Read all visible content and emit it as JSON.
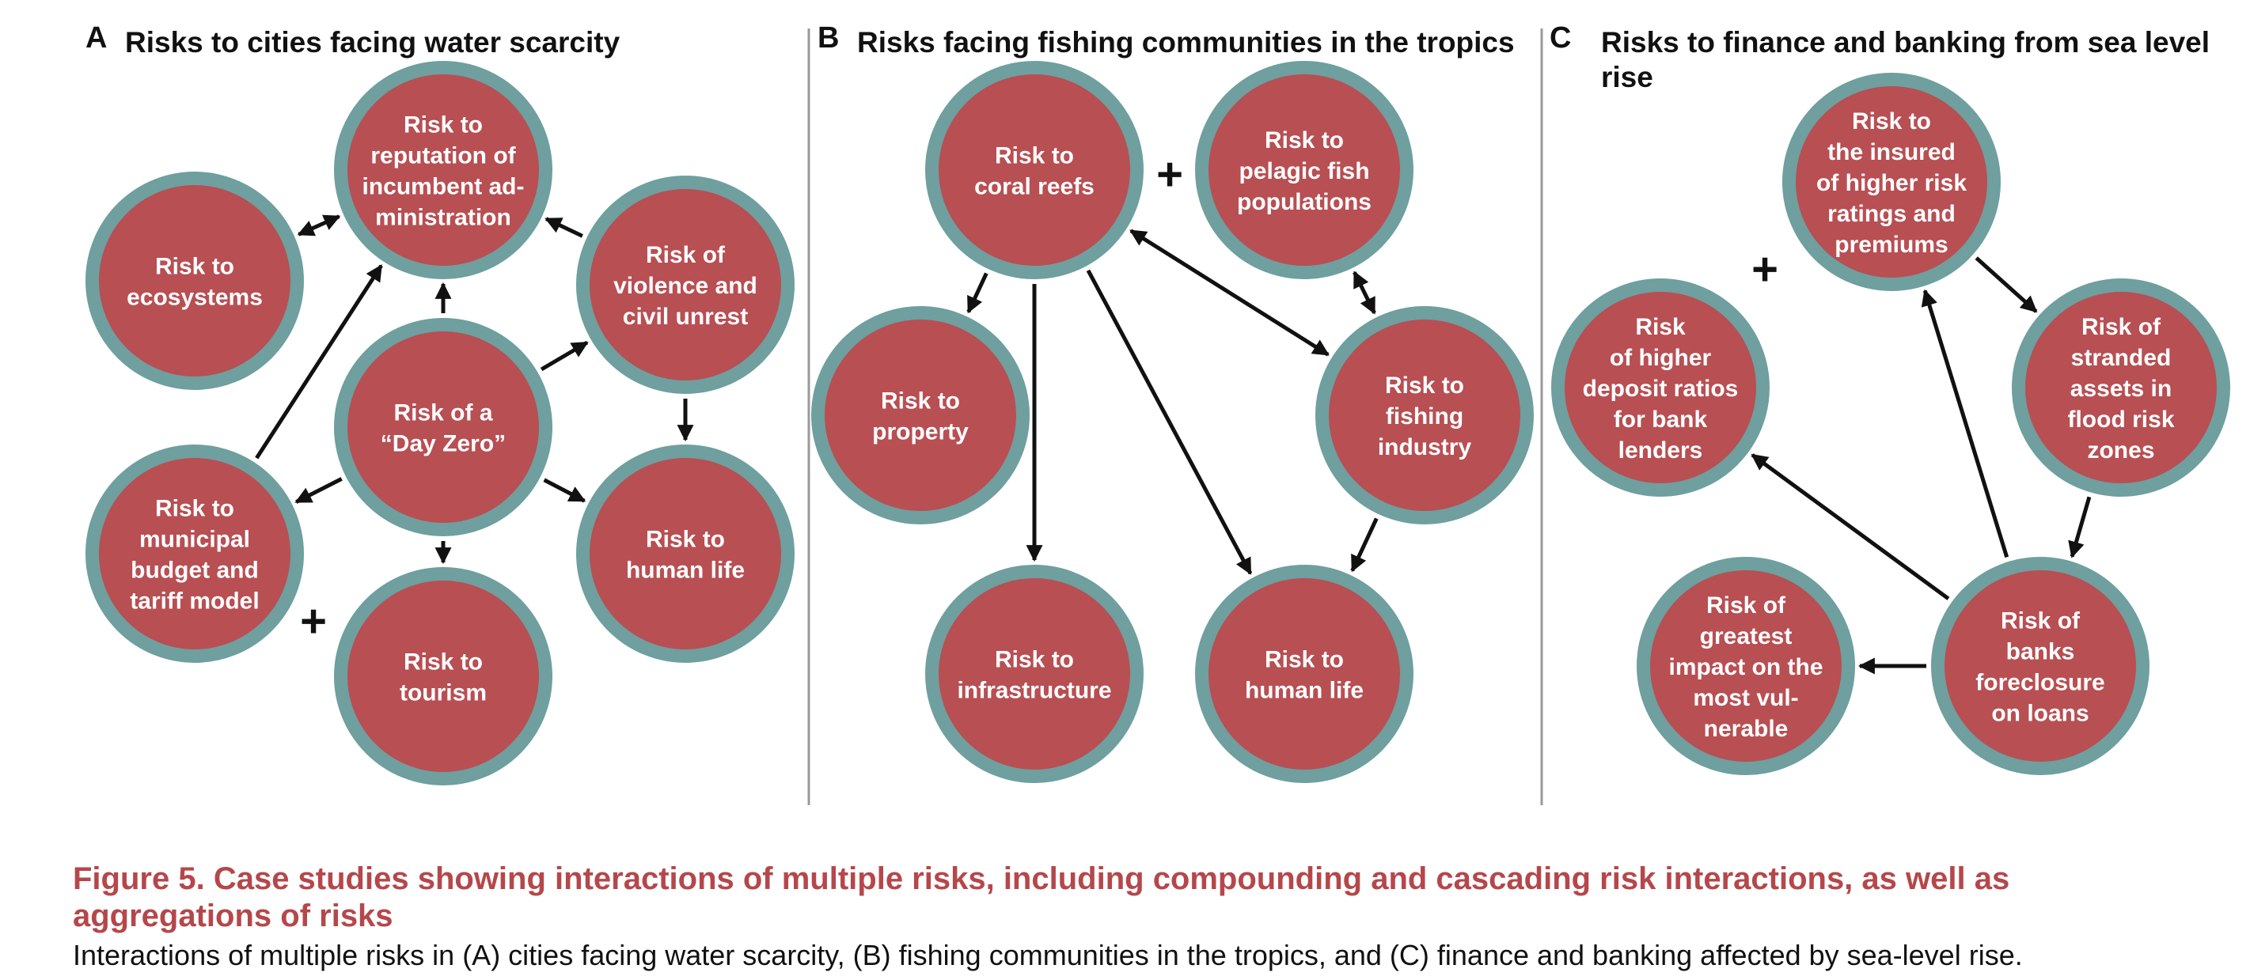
{
  "colors": {
    "node_fill": "#b84f53",
    "node_ring": "#6f9f9f",
    "arrow": "#111111",
    "divider": "#9a9a9a",
    "caption_title": "#b5474b"
  },
  "panels": [
    {
      "id": "A",
      "letter": "A",
      "title_lines": [
        "Risks to cities facing water scarcity"
      ],
      "nodes": [
        {
          "id": "reputation",
          "lines": [
            "Risk to",
            "reputation of",
            "incumbent ad-",
            "ministration"
          ]
        },
        {
          "id": "ecosystems",
          "lines": [
            "Risk to",
            "ecosystems"
          ]
        },
        {
          "id": "violence",
          "lines": [
            "Risk of",
            "violence and",
            "civil unrest"
          ]
        },
        {
          "id": "dayzero",
          "lines": [
            "Risk of a",
            "“Day Zero”"
          ]
        },
        {
          "id": "municipal",
          "lines": [
            "Risk to",
            "municipal",
            "budget and",
            "tariff model"
          ]
        },
        {
          "id": "humanlife",
          "lines": [
            "Risk to",
            "human life"
          ]
        },
        {
          "id": "tourism",
          "lines": [
            "Risk to",
            "tourism"
          ]
        }
      ],
      "edges": [
        {
          "from": "ecosystems",
          "to": "reputation",
          "direction": "both"
        },
        {
          "from": "violence",
          "to": "reputation",
          "direction": "forward"
        },
        {
          "from": "dayzero",
          "to": "reputation",
          "direction": "forward"
        },
        {
          "from": "municipal",
          "to": "reputation",
          "direction": "forward"
        },
        {
          "from": "dayzero",
          "to": "violence",
          "direction": "forward"
        },
        {
          "from": "violence",
          "to": "humanlife",
          "direction": "forward"
        },
        {
          "from": "dayzero",
          "to": "municipal",
          "direction": "forward"
        },
        {
          "from": "dayzero",
          "to": "humanlife",
          "direction": "forward"
        },
        {
          "from": "dayzero",
          "to": "tourism",
          "direction": "forward"
        }
      ],
      "plus_signs": [
        "+"
      ]
    },
    {
      "id": "B",
      "letter": "B",
      "title_lines": [
        "Risks facing fishing communities in the tropics"
      ],
      "nodes": [
        {
          "id": "coral",
          "lines": [
            "Risk to",
            "coral reefs"
          ]
        },
        {
          "id": "pelagic",
          "lines": [
            "Risk to",
            "pelagic fish",
            "populations"
          ]
        },
        {
          "id": "property",
          "lines": [
            "Risk to",
            "property"
          ]
        },
        {
          "id": "fishing",
          "lines": [
            "Risk to",
            "fishing",
            "industry"
          ]
        },
        {
          "id": "infrastructure",
          "lines": [
            "Risk to",
            "infrastructure"
          ]
        },
        {
          "id": "humanlife",
          "lines": [
            "Risk to",
            "human life"
          ]
        }
      ],
      "edges": [
        {
          "from": "coral",
          "to": "property",
          "direction": "forward"
        },
        {
          "from": "coral",
          "to": "infrastructure",
          "direction": "forward"
        },
        {
          "from": "coral",
          "to": "humanlife",
          "direction": "forward"
        },
        {
          "from": "coral",
          "to": "fishing",
          "direction": "both"
        },
        {
          "from": "pelagic",
          "to": "fishing",
          "direction": "both"
        },
        {
          "from": "fishing",
          "to": "humanlife",
          "direction": "forward"
        }
      ],
      "plus_signs": [
        "+"
      ]
    },
    {
      "id": "C",
      "letter": "C",
      "title_lines": [
        "Risks to finance and banking from sea level",
        "rise"
      ],
      "nodes": [
        {
          "id": "insured",
          "lines": [
            "Risk to",
            "the insured",
            "of higher risk",
            "ratings and",
            "premiums"
          ]
        },
        {
          "id": "deposit",
          "lines": [
            "Risk",
            "of higher",
            "deposit ratios",
            "for bank",
            "lenders"
          ]
        },
        {
          "id": "stranded",
          "lines": [
            "Risk of",
            "stranded",
            "assets in",
            "flood risk",
            "zones"
          ]
        },
        {
          "id": "vulnerable",
          "lines": [
            "Risk of",
            "greatest",
            "impact on the",
            "most vul-",
            "nerable"
          ]
        },
        {
          "id": "foreclosure",
          "lines": [
            "Risk of",
            "banks",
            "foreclosure",
            "on loans"
          ]
        }
      ],
      "edges": [
        {
          "from": "insured",
          "to": "stranded",
          "direction": "forward"
        },
        {
          "from": "stranded",
          "to": "foreclosure",
          "direction": "forward"
        },
        {
          "from": "foreclosure",
          "to": "insured",
          "direction": "forward"
        },
        {
          "from": "foreclosure",
          "to": "deposit",
          "direction": "forward"
        },
        {
          "from": "foreclosure",
          "to": "vulnerable",
          "direction": "forward"
        }
      ],
      "plus_signs": [
        "+"
      ]
    }
  ],
  "caption": {
    "title": "Figure 5.  Case studies showing interactions of multiple risks, including compounding and cascading risk interactions, as well as aggregations of risks",
    "body": "Interactions of multiple risks in (A) cities facing water scarcity, (B) fishing communities in the tropics, and (C) finance and banking affected by sea-level rise."
  }
}
